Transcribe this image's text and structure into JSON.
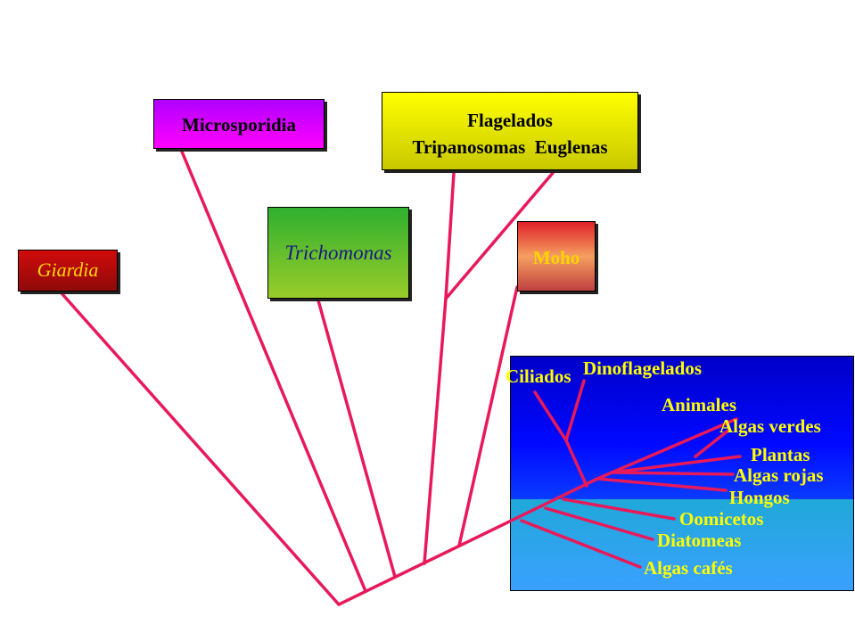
{
  "nodes": {
    "giardia": "Giardia",
    "microsporidia": "Microsporidia",
    "flagelados": "Flagelados",
    "flagelados_sub": "Tripanosomas  Euglenas",
    "trichomonas": "Trichomonas",
    "moho": "Moho"
  },
  "crown_taxa": {
    "ciliados": "Ciliados",
    "dinoflagelados": "Dinoflagelados",
    "animales": "Animales",
    "algas_verdes": "Algas verdes",
    "plantas": "Plantas",
    "algas_rojas": "Algas rojas",
    "hongos": "Hongos",
    "oomicetos": "Oomicetos",
    "diatomeas": "Diatomeas",
    "algas_cafes": "Algas cafés"
  },
  "colors": {
    "branch": "#e8195a",
    "crown_label": "#ffff00",
    "giardia_text": "#ffd400",
    "trichomonas_text": "#1a1a80"
  }
}
